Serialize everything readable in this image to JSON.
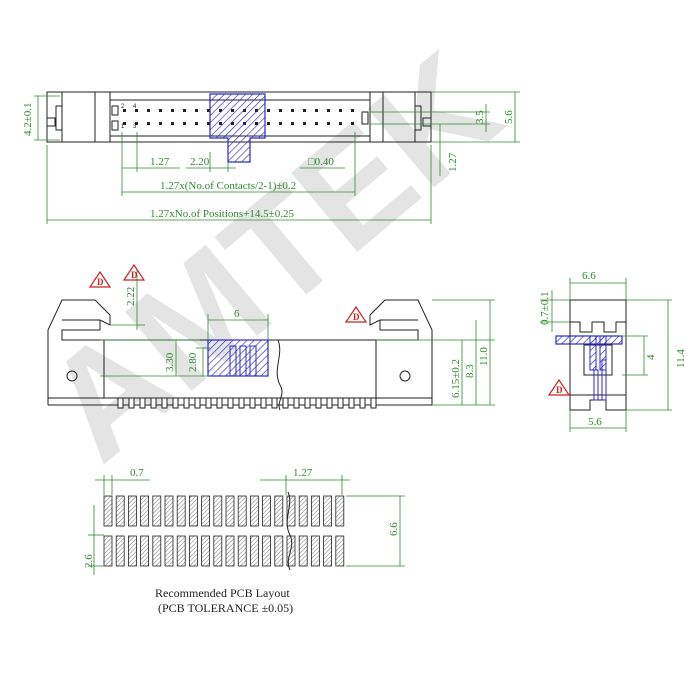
{
  "watermark": "AMTEK",
  "top_view": {
    "pin_labels": [
      "2",
      "1",
      "4",
      "3"
    ],
    "dims": {
      "h_4_2": "4.2±0.1",
      "pitch": "1.27",
      "key_width": "2.20",
      "pin_square": "□0.40",
      "contacts_formula": "1.27x(No.of Contacts/2-1)±0.2",
      "positions_formula": "1.27xNo.of Positions+14.5±0.25",
      "d_3_5": "3.5",
      "d_5_6": "5.6",
      "d_1_27": "1.27"
    }
  },
  "front_view": {
    "warning_mark": "D",
    "dims": {
      "d_2_22": "2.22",
      "d_6": "6",
      "d_3_30": "3.30",
      "d_2_80": "2.80",
      "d_6_15": "6.15±0.2",
      "d_8_3": "8.3",
      "d_11_0": "11.0"
    }
  },
  "side_view": {
    "dims": {
      "d_6_6": "6.6",
      "d_0_7": "0.7±0.1",
      "d_4": "4",
      "d_11_4": "11.4",
      "d_5_6": "5.6"
    }
  },
  "pcb_layout": {
    "dims": {
      "pad_width": "0.7",
      "pitch": "1.27",
      "row_span": "6.6",
      "pad_length": "2.6"
    },
    "caption_line1": "Recommended PCB Layout",
    "caption_line2": "(PCB TOLERANCE ±0.05)"
  },
  "colors": {
    "outline": "#222222",
    "dimension": "#2f8a2f",
    "highlight": "#2a2ad0",
    "warning": "#d12020",
    "watermark": "#e4e4e4"
  }
}
